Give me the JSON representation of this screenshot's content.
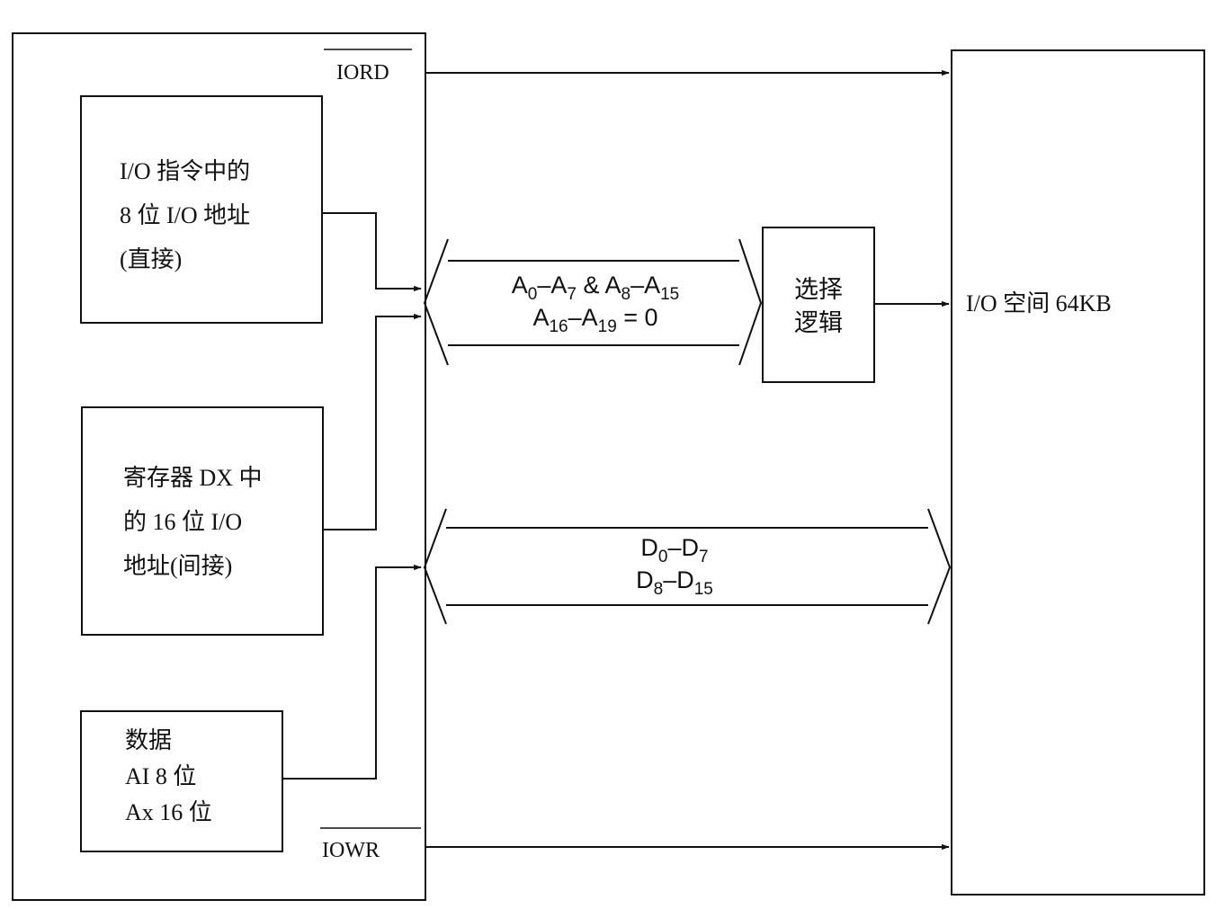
{
  "signals": {
    "iord": "IORD",
    "iowr": "IOWR"
  },
  "boxes": {
    "direct": [
      "I/O 指令中的",
      "8 位 I/O 地址",
      "(直接)"
    ],
    "indirect": [
      "寄存器 DX 中",
      "的 16 位 I/O",
      "地址(间接)"
    ],
    "data": [
      "数据",
      "AI 8 位",
      "Ax 16 位"
    ],
    "select_logic": [
      "选择",
      "逻辑"
    ],
    "io_space": "I/O 空间 64KB"
  },
  "address_bus": {
    "line1": {
      "a0": "A",
      "s0": "0",
      "dash1": "–A",
      "s7": "7",
      "amp": " & A",
      "s8": "8",
      "dash2": "–A",
      "s15": "15"
    },
    "line2": {
      "a16": "A",
      "s16": "16",
      "dash": "–A",
      "s19": "19",
      "eq": " = 0"
    }
  },
  "data_bus": {
    "line1": {
      "d0": "D",
      "s0": "0",
      "dash": "–D",
      "s7": "7"
    },
    "line2": {
      "d8": "D",
      "s8": "8",
      "dash": "–D",
      "s15": "15"
    }
  }
}
